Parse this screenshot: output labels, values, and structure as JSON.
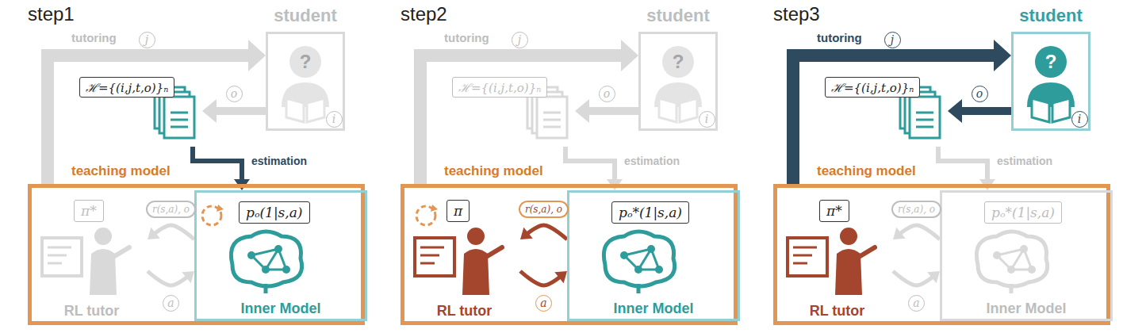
{
  "diagram": {
    "nodes": [
      {
        "text": [
          "student"
        ]
      },
      {
        "text": [
          "ℋ={(i,j,t,o)}ₙ"
        ]
      },
      {
        "text": [
          "teaching model"
        ]
      },
      {
        "text": [
          "RL tutor"
        ],
        "in": 2
      },
      {
        "text": [
          "Inner Model"
        ],
        "in": 2
      },
      {
        "text": [
          "student"
        ]
      },
      {
        "text": [
          "ℋ={(i,j,t,o)}ₙ"
        ]
      },
      {
        "text": [
          "teaching model"
        ]
      },
      {
        "text": [
          "RL tutor"
        ],
        "in": 7
      },
      {
        "text": [
          "Inner Model"
        ],
        "in": 7
      },
      {
        "text": [
          "student"
        ]
      },
      {
        "text": [
          "ℋ={(i,j,t,o)}ₙ"
        ]
      },
      {
        "text": [
          "teaching model"
        ]
      },
      {
        "text": [
          "RL tutor"
        ],
        "in": 12
      },
      {
        "text": [
          "Inner Model"
        ],
        "in": 12
      }
    ],
    "edges": [
      {
        "from": 2,
        "to": 0,
        "arrow": "to",
        "label": "tutoring"
      },
      {
        "from": 0,
        "to": 1,
        "arrow": "to",
        "label": "o"
      },
      {
        "from": 1,
        "to": 4,
        "arrow": "to",
        "label": "estimation"
      },
      {
        "from": 4,
        "to": 3,
        "arrow": "to",
        "label": "r(s,a), o"
      },
      {
        "from": 3,
        "to": 4,
        "arrow": "to",
        "label": "a"
      },
      {
        "from": 7,
        "to": 5,
        "arrow": "to",
        "label": "tutoring"
      },
      {
        "from": 5,
        "to": 6,
        "arrow": "to",
        "label": "o"
      },
      {
        "from": 6,
        "to": 9,
        "arrow": "to",
        "label": "estimation"
      },
      {
        "from": 9,
        "to": 8,
        "arrow": "to",
        "label": "r(s,a), o"
      },
      {
        "from": 8,
        "to": 9,
        "arrow": "to",
        "label": "a"
      },
      {
        "from": 12,
        "to": 10,
        "arrow": "to",
        "label": "tutoring"
      },
      {
        "from": 10,
        "to": 11,
        "arrow": "to",
        "label": "o"
      },
      {
        "from": 11,
        "to": 14,
        "arrow": "to",
        "label": "estimation"
      },
      {
        "from": 14,
        "to": 13,
        "arrow": "to",
        "label": "r(s,a), o"
      },
      {
        "from": 13,
        "to": 14,
        "arrow": "to",
        "label": "a"
      }
    ],
    "labels": [
      "step1",
      "j",
      "?",
      "i",
      "π*",
      "pₒ(1|s,a)",
      "step2",
      "j",
      "?",
      "i",
      "π",
      "pₒ*(1|s,a)",
      "step3",
      "j",
      "?",
      "i",
      "π*",
      "pₒ*(1|s,a)"
    ]
  }
}
